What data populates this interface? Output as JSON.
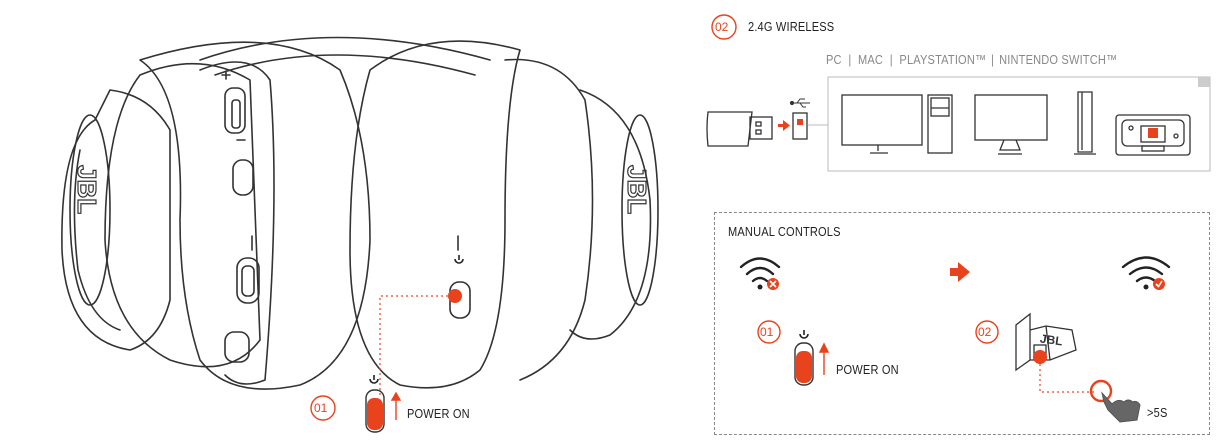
{
  "steps": {
    "step1_number": "01",
    "power_on": "POWER ON",
    "section2_number": "02",
    "section2_title": "2.4G WIRELESS"
  },
  "platforms": {
    "label_pc": "PC",
    "label_mac": "MAC",
    "label_ps": "PLAYSTATION™",
    "label_switch": "NINTENDO SWITCH™",
    "separator": "|"
  },
  "manual": {
    "title": "MANUAL CONTROLS",
    "step1_number": "01",
    "step1_label": "POWER ON",
    "step2_number": "02",
    "hold_label": ">5S",
    "dongle_brand": "JBL"
  },
  "headset": {
    "brand": "JBL"
  },
  "colors": {
    "accent": "#e8431d",
    "line": "#333333",
    "dash": "#999999"
  },
  "icons": [
    "headset-illustration",
    "power-icon",
    "arrow-up-icon",
    "usb-icon",
    "usb-dongle-icon",
    "monitor-icon",
    "pc-tower-icon",
    "imac-icon",
    "playstation-icon",
    "nintendo-switch-icon",
    "wifi-off-icon",
    "wifi-on-icon",
    "arrow-right-icon",
    "hand-press-icon"
  ]
}
